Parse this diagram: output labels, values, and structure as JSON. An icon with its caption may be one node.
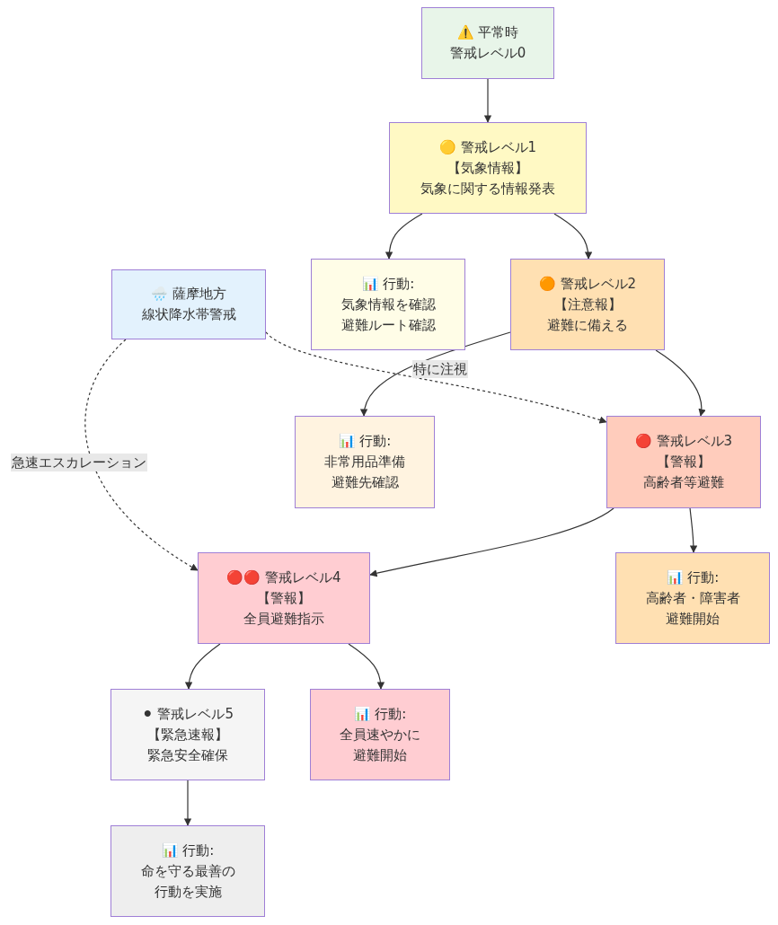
{
  "diagram": {
    "nodes": [
      {
        "text": [
          "⚠️ 平常時",
          "警戒レベル0"
        ]
      },
      {
        "text": [
          "🟡 警戒レベル1",
          "【気象情報】",
          "気象に関する情報発表"
        ]
      },
      {
        "text": [
          "📊 行動:",
          "気象情報を確認",
          "避難ルート確認"
        ]
      },
      {
        "text": [
          "🟠 警戒レベル2",
          "【注意報】",
          "避難に備える"
        ]
      },
      {
        "text": [
          "🌧️ 薩摩地方",
          "線状降水帯警戒"
        ]
      },
      {
        "text": [
          "📊 行動:",
          "非常用品準備",
          "避難先確認"
        ]
      },
      {
        "text": [
          "🔴 警戒レベル3",
          "【警報】",
          "高齢者等避難"
        ]
      },
      {
        "text": [
          "🔴🔴 警戒レベル4",
          "【警報】",
          "全員避難指示"
        ]
      },
      {
        "text": [
          "📊 行動:",
          "高齢者・障害者",
          "避難開始"
        ]
      },
      {
        "text": [
          "⚫ 警戒レベル5",
          "【緊急速報】",
          "緊急安全確保"
        ]
      },
      {
        "text": [
          "📊 行動:",
          "全員速やかに",
          "避難開始"
        ]
      },
      {
        "text": [
          "📊 行動:",
          "命を守る最善の",
          "行動を実施"
        ]
      }
    ],
    "edges": [
      {
        "from": 0,
        "to": 1,
        "arrow": "to"
      },
      {
        "from": 1,
        "to": 2,
        "arrow": "to"
      },
      {
        "from": 1,
        "to": 3,
        "arrow": "to"
      },
      {
        "from": 3,
        "to": 5,
        "arrow": "to"
      },
      {
        "from": 3,
        "to": 6,
        "arrow": "to"
      },
      {
        "from": 4,
        "to": 6,
        "arrow": "to",
        "label": "特に注視",
        "style": "dashed"
      },
      {
        "from": 4,
        "to": 7,
        "arrow": "to",
        "label": "急速エスカレーション",
        "style": "dashed"
      },
      {
        "from": 6,
        "to": 7,
        "arrow": "to"
      },
      {
        "from": 6,
        "to": 8,
        "arrow": "to"
      },
      {
        "from": 7,
        "to": 9,
        "arrow": "to"
      },
      {
        "from": 7,
        "to": 10,
        "arrow": "to"
      },
      {
        "from": 9,
        "to": 11,
        "arrow": "to"
      }
    ]
  }
}
